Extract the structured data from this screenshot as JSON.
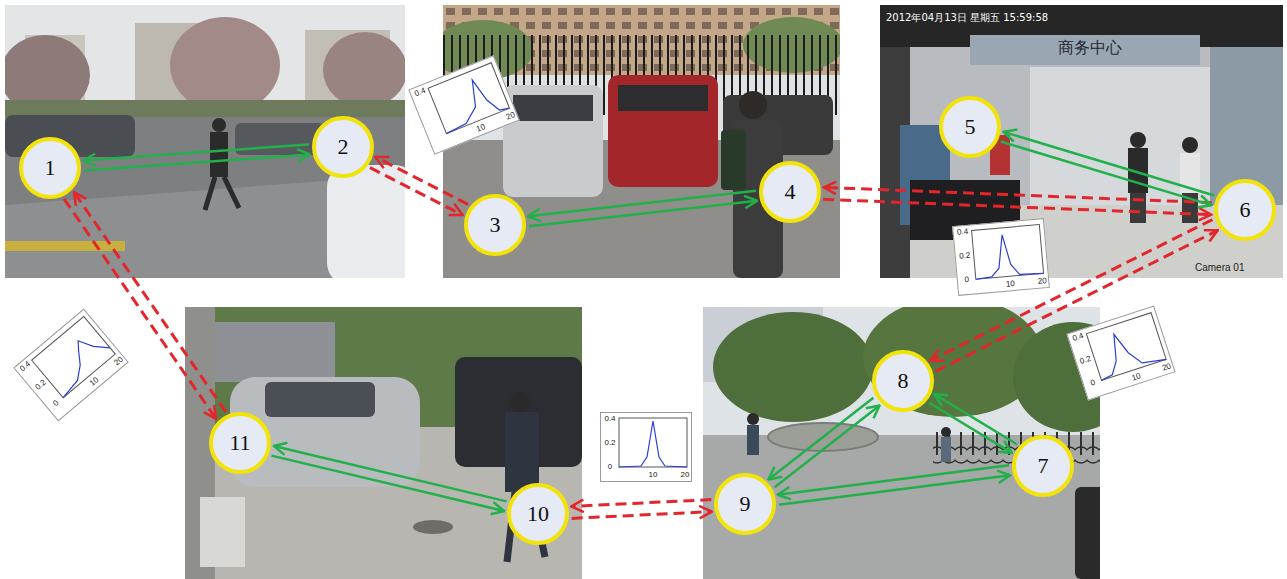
{
  "diagram": {
    "nodes": [
      {
        "text": [
          "1"
        ]
      },
      {
        "text": [
          "2"
        ]
      },
      {
        "text": [
          "3"
        ]
      },
      {
        "text": [
          "4"
        ]
      },
      {
        "text": [
          "5"
        ]
      },
      {
        "text": [
          "6"
        ]
      },
      {
        "text": [
          "7"
        ]
      },
      {
        "text": [
          "8"
        ]
      },
      {
        "text": [
          "9"
        ]
      },
      {
        "text": [
          "10"
        ]
      },
      {
        "text": [
          "11"
        ]
      }
    ],
    "edges": [
      {
        "from": 0,
        "to": 1,
        "arrow": "to"
      },
      {
        "from": 1,
        "to": 0,
        "arrow": "to"
      },
      {
        "from": 1,
        "to": 2,
        "arrow": "to"
      },
      {
        "from": 2,
        "to": 1,
        "arrow": "to"
      },
      {
        "from": 2,
        "to": 3,
        "arrow": "to"
      },
      {
        "from": 3,
        "to": 2,
        "arrow": "to"
      },
      {
        "from": 3,
        "to": 5,
        "arrow": "to"
      },
      {
        "from": 5,
        "to": 3,
        "arrow": "to"
      },
      {
        "from": 4,
        "to": 5,
        "arrow": "to"
      },
      {
        "from": 5,
        "to": 4,
        "arrow": "to"
      },
      {
        "from": 5,
        "to": 7,
        "arrow": "to"
      },
      {
        "from": 7,
        "to": 5,
        "arrow": "to"
      },
      {
        "from": 7,
        "to": 6,
        "arrow": "to"
      },
      {
        "from": 6,
        "to": 7,
        "arrow": "to"
      },
      {
        "from": 7,
        "to": 8,
        "arrow": "to"
      },
      {
        "from": 8,
        "to": 7,
        "arrow": "to"
      },
      {
        "from": 8,
        "to": 6,
        "arrow": "to"
      },
      {
        "from": 6,
        "to": 8,
        "arrow": "to"
      },
      {
        "from": 8,
        "to": 9,
        "arrow": "to"
      },
      {
        "from": 9,
        "to": 8,
        "arrow": "to"
      },
      {
        "from": 9,
        "to": 10,
        "arrow": "to"
      },
      {
        "from": 10,
        "to": 9,
        "arrow": "to"
      },
      {
        "from": 10,
        "to": 0,
        "arrow": "to"
      },
      {
        "from": 0,
        "to": 10,
        "arrow": "to"
      }
    ],
    "labels": [
      "2012年04月13日 星期五 15:59:58",
      "商务中心",
      "Camera 01",
      "0.4",
      "10",
      "20",
      "0.4",
      "0.2",
      "0",
      "10",
      "20",
      "0",
      "0.2",
      "0.4",
      "10",
      "20",
      "0.4",
      "0.2",
      "0",
      "10",
      "20",
      "0.4",
      "0.2",
      "0",
      "10",
      "20"
    ]
  }
}
